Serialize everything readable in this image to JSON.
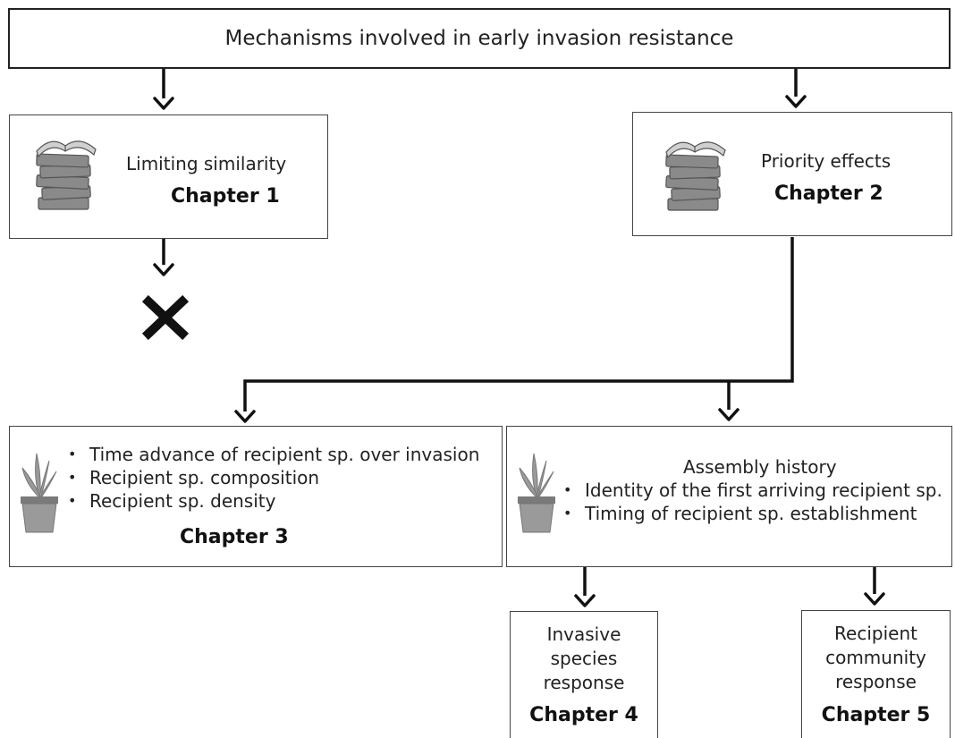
{
  "title": "Mechanisms involved in early invasion resistance",
  "limiting": {
    "label": "Limiting similarity",
    "chapter": "Chapter 1",
    "icon": "books-icon"
  },
  "priority": {
    "label": "Priority effects",
    "chapter": "Chapter 2",
    "icon": "books-icon"
  },
  "chapter3": {
    "bullets": [
      "Time advance of recipient sp. over invasion",
      "Recipient sp. composition",
      "Recipient sp. density"
    ],
    "chapter": "Chapter 3",
    "icon": "potted-plant-icon"
  },
  "assembly": {
    "heading": "Assembly history",
    "bullets": [
      "Identity of the first arriving recipient sp.",
      "Timing of recipient sp. establishment"
    ],
    "icon": "potted-plant-icon"
  },
  "chapter4": {
    "lines": [
      "Invasive",
      "species",
      "response"
    ],
    "chapter": "Chapter 4"
  },
  "chapter5": {
    "lines": [
      "Recipient",
      "community",
      "response"
    ],
    "chapter": "Chapter 5"
  },
  "rejected_marker": "x-icon",
  "colors": {
    "line": "#111111",
    "box_border": "#444444",
    "icon_gray": "#8a8a8a"
  }
}
